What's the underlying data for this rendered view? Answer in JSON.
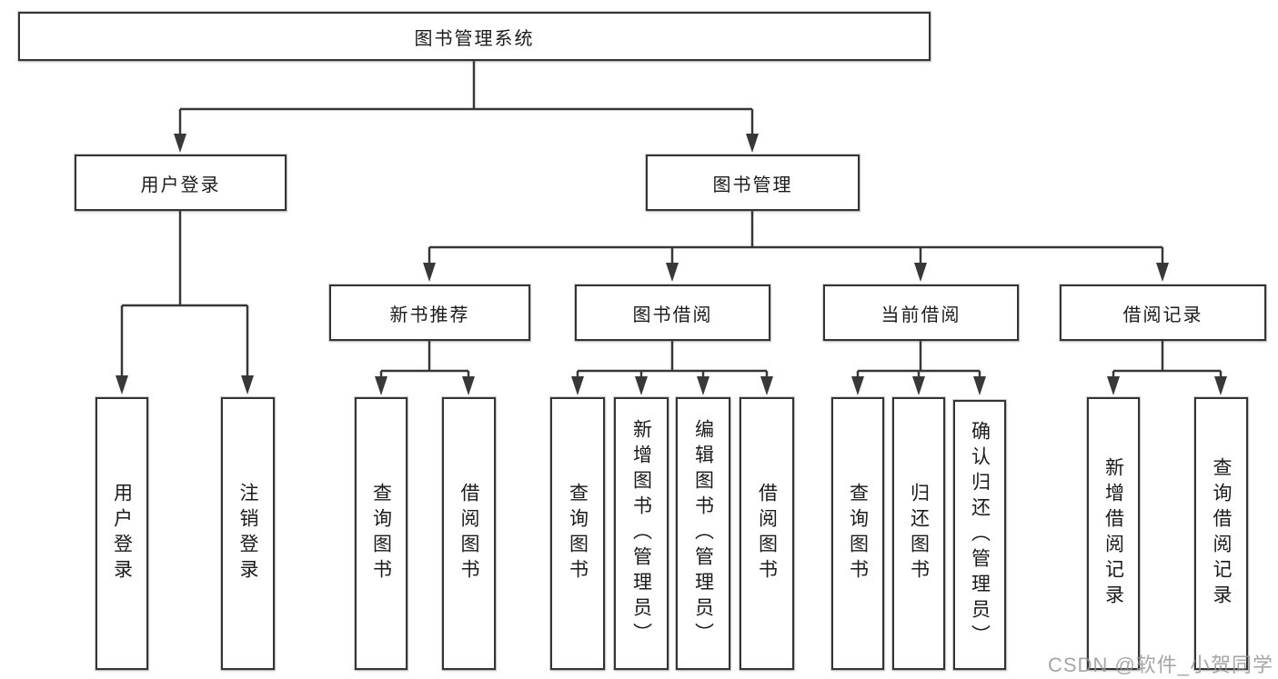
{
  "diagram_title": "图书管理系统",
  "tree": {
    "label": "图书管理系统",
    "children": [
      {
        "label": "用户登录",
        "children": [
          {
            "label": "用户登录"
          },
          {
            "label": "注销登录"
          }
        ]
      },
      {
        "label": "图书管理",
        "children": [
          {
            "label": "新书推荐",
            "children": [
              {
                "label": "查询图书"
              },
              {
                "label": "借阅图书"
              }
            ]
          },
          {
            "label": "图书借阅",
            "children": [
              {
                "label": "查询图书"
              },
              {
                "label": "新增图书（管理员）"
              },
              {
                "label": "编辑图书（管理员）"
              },
              {
                "label": "借阅图书"
              }
            ]
          },
          {
            "label": "当前借阅",
            "children": [
              {
                "label": "查询图书"
              },
              {
                "label": "归还图书"
              },
              {
                "label": "确认归还（管理员）"
              }
            ]
          },
          {
            "label": "借阅记录",
            "children": [
              {
                "label": "新增借阅记录"
              },
              {
                "label": "查询借阅记录"
              }
            ]
          }
        ]
      }
    ]
  },
  "watermark": {
    "text": "CSDN @软件_小贺同学"
  },
  "colors": {
    "line": "#383838",
    "box_border": "#343434",
    "box_fill": "#ffffff",
    "text": "#1b1b1b",
    "watermark": "#969696",
    "background": "#ffffff"
  }
}
